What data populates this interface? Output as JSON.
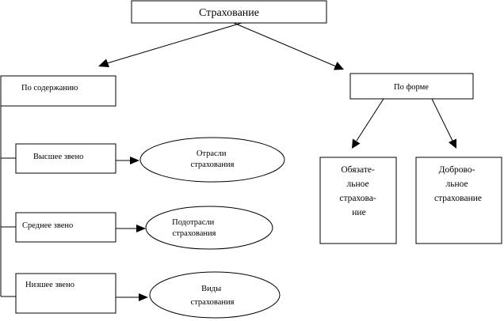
{
  "root": {
    "label": "Страхование"
  },
  "by_content": {
    "label": "По содержанию",
    "levels": [
      {
        "label": "Высшее звено",
        "target": [
          "Отрасли",
          "страхования"
        ]
      },
      {
        "label": "Среднее звено",
        "target": [
          "Подотрасли",
          "страхования"
        ]
      },
      {
        "label": "Низшее звено",
        "target": [
          "Виды",
          "страхования"
        ]
      }
    ]
  },
  "by_form": {
    "label": "По форме",
    "types": [
      {
        "lines": [
          "Обязате-",
          "льное",
          "страхова-",
          "ние"
        ]
      },
      {
        "lines": [
          "Доброво-",
          "льное",
          "страхование"
        ]
      }
    ]
  }
}
